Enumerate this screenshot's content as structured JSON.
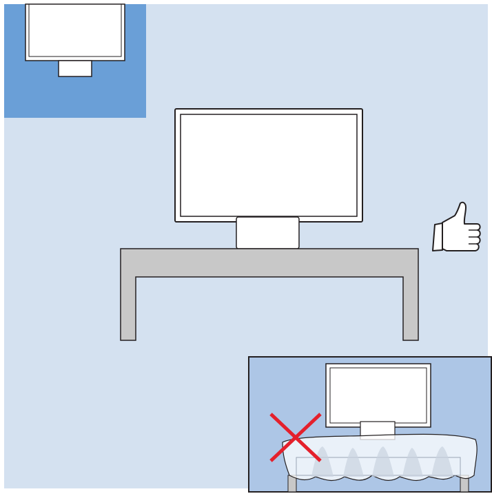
{
  "illustration": {
    "colors": {
      "background": "#d4e1f0",
      "corner_inset_background": "#6a9fd7",
      "bad_inset_background": "#adc6e6",
      "table_fill": "#c8c8c8",
      "outline": "#231f20",
      "screen": "#ffffff",
      "cross": "#e4202c"
    },
    "icons": {
      "correct_placement": "thumbs-up-icon",
      "incorrect_placement": "red-cross-icon"
    },
    "panels": {
      "main": "tv-on-open-stand",
      "corner_inset": "tv-on-stand-base",
      "bad_inset": "tv-on-covered-table"
    }
  }
}
